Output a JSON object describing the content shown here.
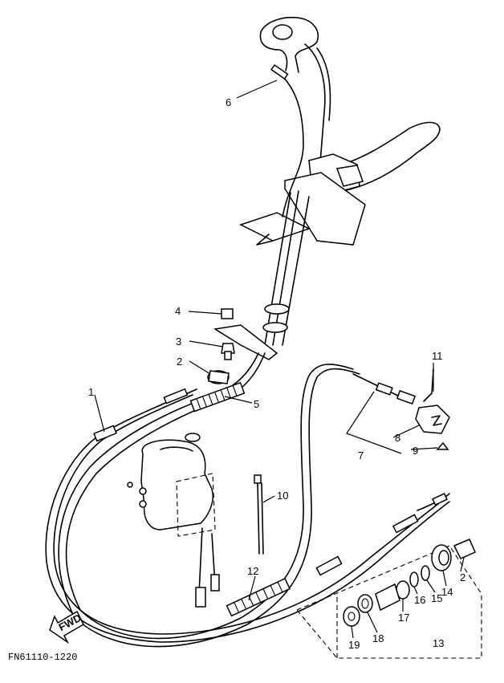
{
  "diagram_code": "FN61110-1220",
  "direction_label": "FWD",
  "callouts": [
    {
      "id": "c1",
      "label": "1"
    },
    {
      "id": "c2a",
      "label": "2"
    },
    {
      "id": "c2b",
      "label": "2"
    },
    {
      "id": "c3",
      "label": "3"
    },
    {
      "id": "c4",
      "label": "4"
    },
    {
      "id": "c5",
      "label": "5"
    },
    {
      "id": "c6",
      "label": "6"
    },
    {
      "id": "c7",
      "label": "7"
    },
    {
      "id": "c8",
      "label": "8"
    },
    {
      "id": "c9",
      "label": "9"
    },
    {
      "id": "c10",
      "label": "10"
    },
    {
      "id": "c11",
      "label": "11"
    },
    {
      "id": "c12",
      "label": "12"
    },
    {
      "id": "c13",
      "label": "13"
    },
    {
      "id": "c14",
      "label": "14"
    },
    {
      "id": "c15",
      "label": "15"
    },
    {
      "id": "c16",
      "label": "16"
    },
    {
      "id": "c17",
      "label": "17"
    },
    {
      "id": "c18",
      "label": "18"
    },
    {
      "id": "c19",
      "label": "19"
    }
  ]
}
